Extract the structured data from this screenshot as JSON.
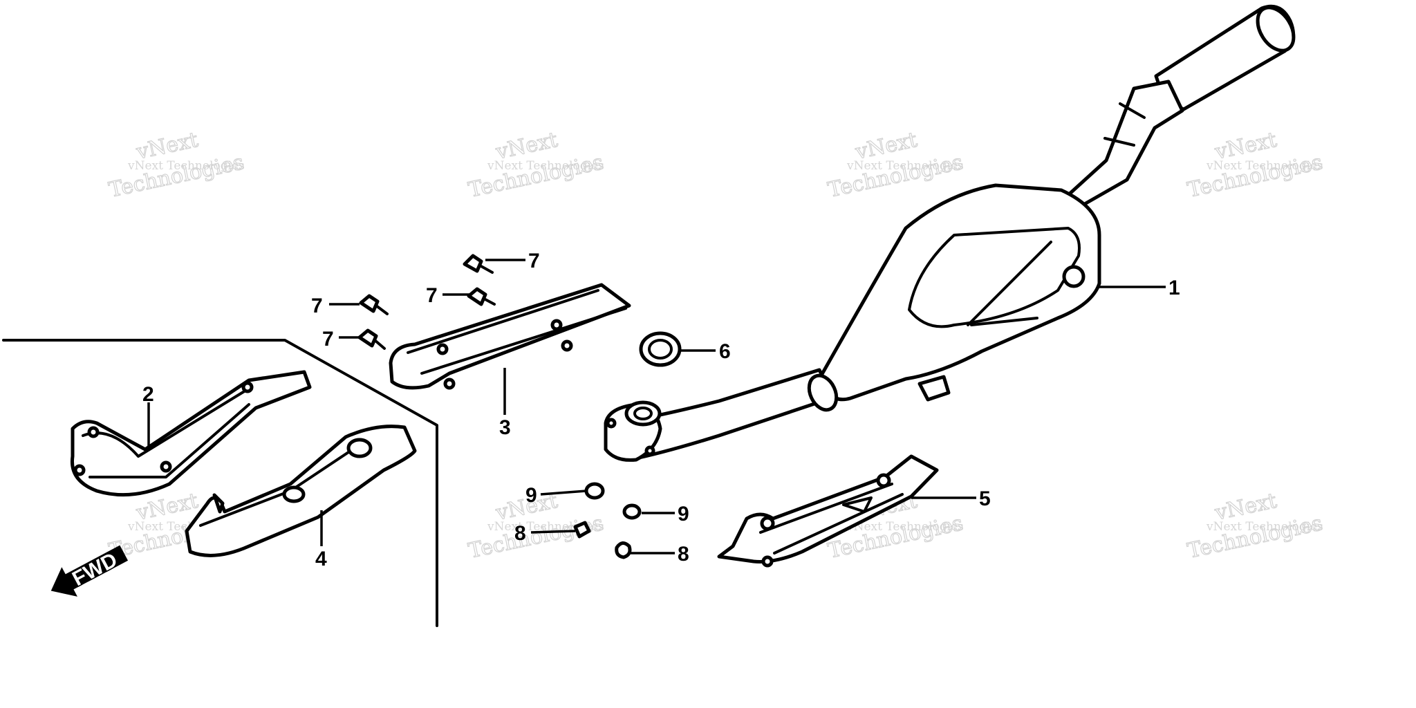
{
  "watermark": {
    "line1": "vNext Technologies",
    "line2": "Technologies",
    "line3": "vNext"
  },
  "direction_label": "FWD",
  "callouts": [
    {
      "id": "1",
      "part": "muffler"
    },
    {
      "id": "2",
      "part": "inner heat protector"
    },
    {
      "id": "3",
      "part": "upper heat protector"
    },
    {
      "id": "4",
      "part": "outer heat protector"
    },
    {
      "id": "5",
      "part": "lower heat protector"
    },
    {
      "id": "6",
      "part": "exhaust gasket"
    },
    {
      "id": "7",
      "part": "bolt"
    },
    {
      "id": "7",
      "part": "bolt"
    },
    {
      "id": "7",
      "part": "bolt"
    },
    {
      "id": "7",
      "part": "bolt"
    },
    {
      "id": "8",
      "part": "nut"
    },
    {
      "id": "8",
      "part": "nut"
    },
    {
      "id": "9",
      "part": "washer"
    },
    {
      "id": "9",
      "part": "washer"
    }
  ]
}
